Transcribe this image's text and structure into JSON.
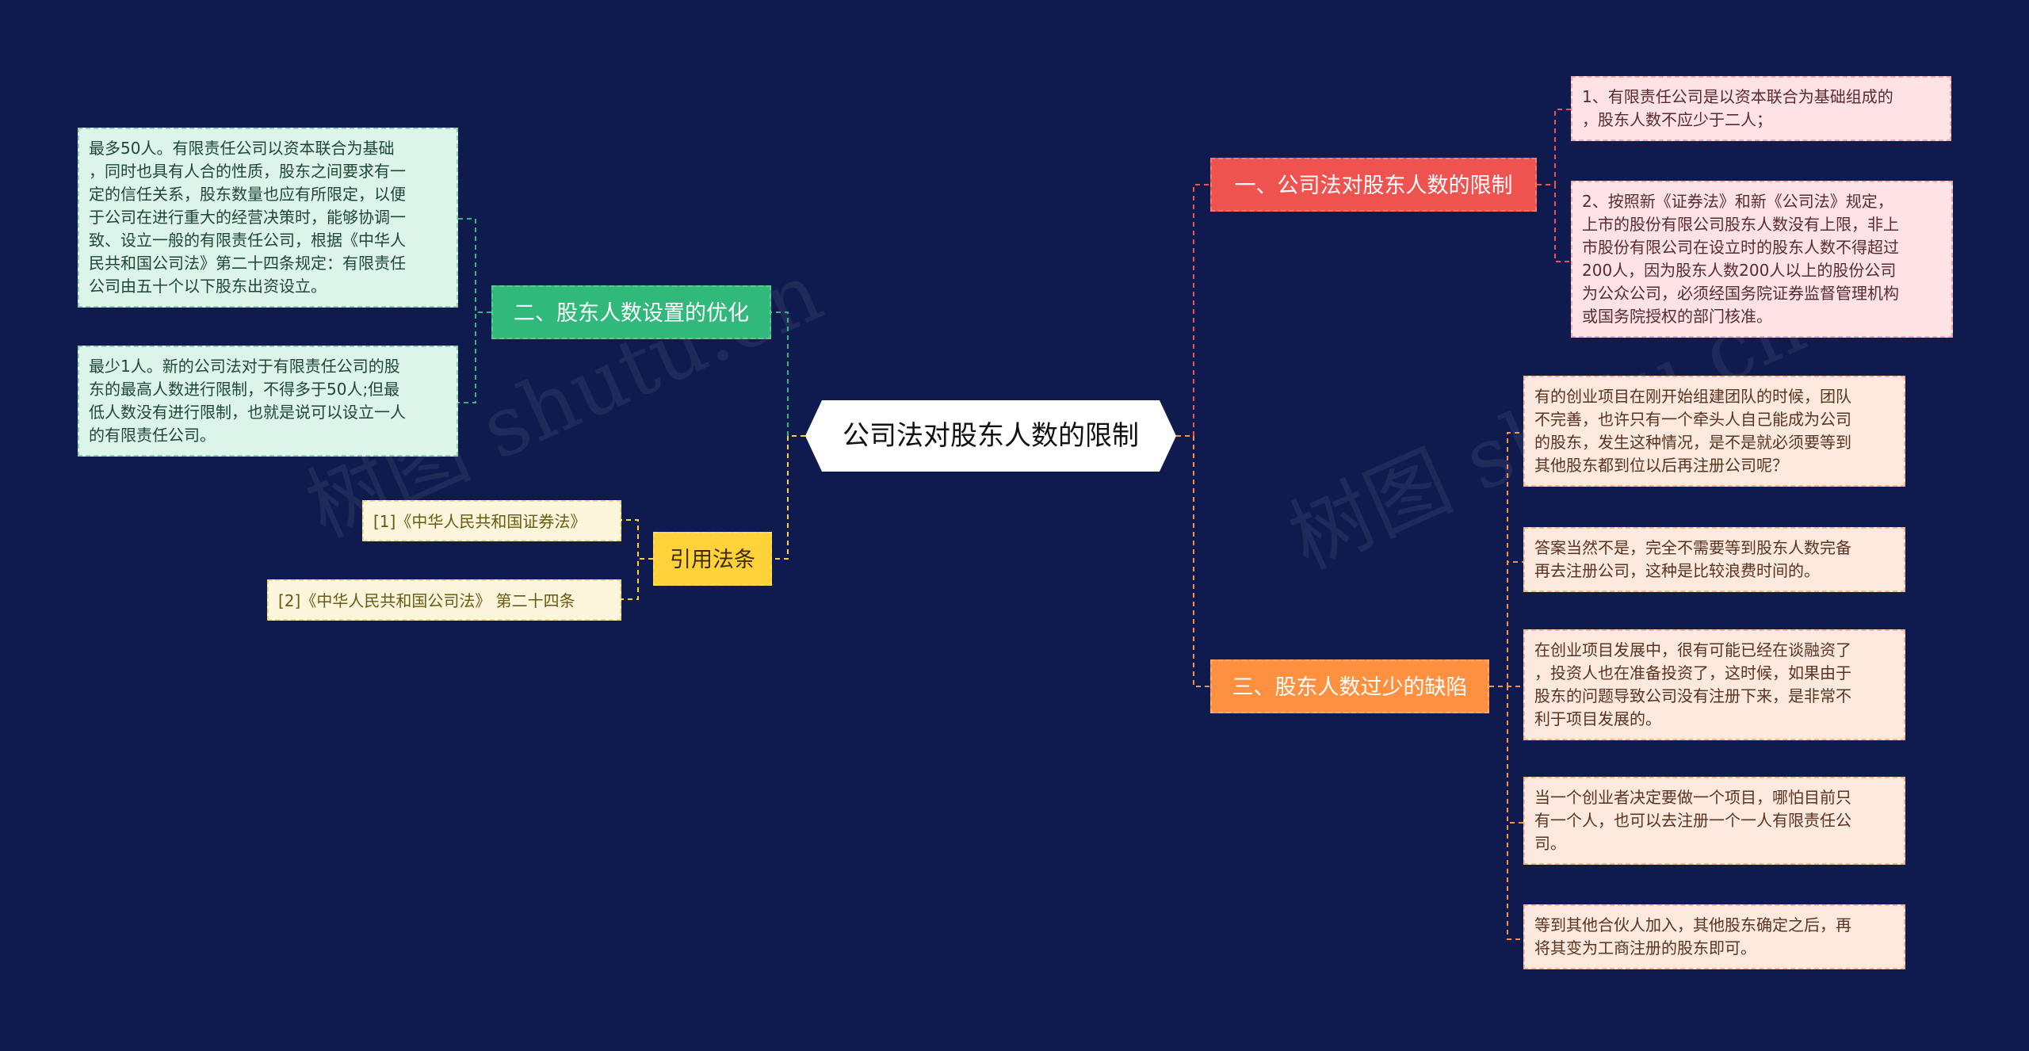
{
  "center": {
    "label": "公司法对股东人数的限制"
  },
  "branches": {
    "b1": {
      "label": "一、公司法对股东人数的限制",
      "children": [
        "1、有限责任公司是以资本联合为基础组成的\n，股东人数不应少于二人；",
        "2、按照新《证券法》和新《公司法》规定，\n上市的股份有限公司股东人数没有上限，非上\n市股份有限公司在设立时的股东人数不得超过\n200人，因为股东人数200人以上的股份公司\n为公众公司，必须经国务院证券监督管理机构\n或国务院授权的部门核准。"
      ]
    },
    "b3": {
      "label": "三、股东人数过少的缺陷",
      "children": [
        "有的创业项目在刚开始组建团队的时候，团队\n不完善，也许只有一个牵头人自己能成为公司\n的股东，发生这种情况，是不是就必须要等到\n其他股东都到位以后再注册公司呢？",
        "答案当然不是，完全不需要等到股东人数完备\n再去注册公司，这种是比较浪费时间的。",
        "在创业项目发展中，很有可能已经在谈融资了\n，投资人也在准备投资了，这时候，如果由于\n股东的问题导致公司没有注册下来，是非常不\n利于项目发展的。",
        "当一个创业者决定要做一个项目，哪怕目前只\n有一个人，也可以去注册一个一人有限责任公\n司。",
        "等到其他合伙人加入，其他股东确定之后，再\n将其变为工商注册的股东即可。"
      ]
    },
    "b2": {
      "label": "二、股东人数设置的优化",
      "children": [
        "最多50人。有限责任公司以资本联合为基础\n，同时也具有人合的性质，股东之间要求有一\n定的信任关系，股东数量也应有所限定，以便\n于公司在进行重大的经营决策时，能够协调一\n致、设立一般的有限责任公司，根据《中华人\n民共和国公司法》第二十四条规定：有限责任\n公司由五十个以下股东出资设立。",
        "最少1人。新的公司法对于有限责任公司的股\n东的最高人数进行限制，不得多于50人;但最\n低人数没有进行限制，也就是说可以设立一人\n的有限责任公司。"
      ]
    },
    "b4": {
      "label": "引用法条",
      "children": [
        "[1]《中华人民共和国证券法》",
        "[2]《中华人民共和国公司法》 第二十四条"
      ]
    }
  },
  "watermark": "树图 shutu.cn",
  "colors": {
    "background": "#0f1a4f",
    "red": "#ef5350",
    "orange": "#ff9040",
    "green": "#30b97a",
    "yellow": "#ffd23a"
  }
}
